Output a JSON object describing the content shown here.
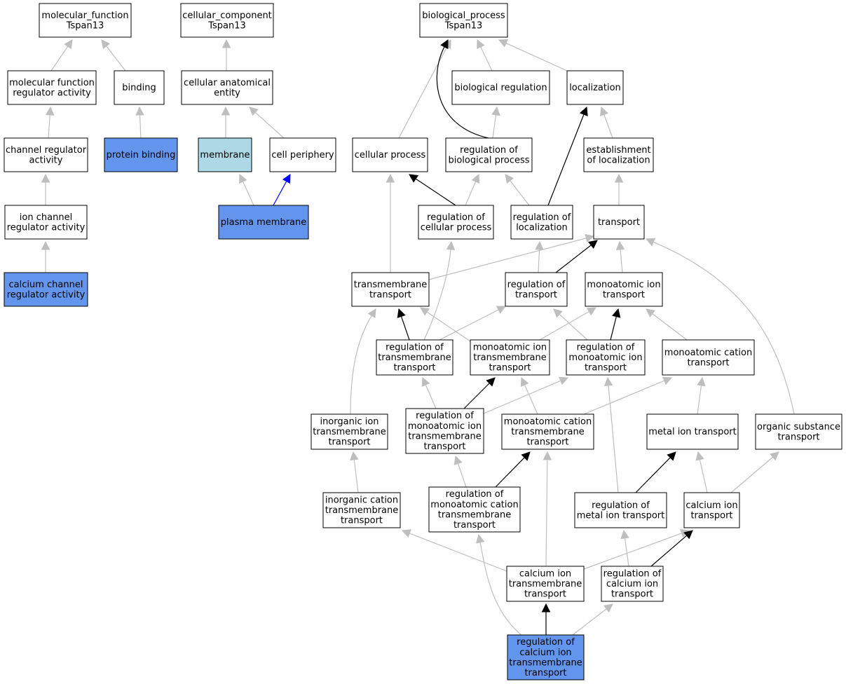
{
  "colors": {
    "node_default": "#ffffff",
    "node_highlight": "#6495ed",
    "node_membrane": "#add8e6",
    "edge_gray": "#bebebe",
    "edge_black": "#000000",
    "edge_blue": "#0000ff"
  },
  "nodes": [
    {
      "id": "molecular_function",
      "lines": [
        "molecular_function",
        "Tspan13"
      ],
      "fill": "default"
    },
    {
      "id": "molecular_function_regulator_activity",
      "lines": [
        "molecular function",
        "regulator activity"
      ],
      "fill": "default"
    },
    {
      "id": "binding",
      "lines": [
        "binding"
      ],
      "fill": "default"
    },
    {
      "id": "channel_regulator_activity",
      "lines": [
        "channel regulator",
        "activity"
      ],
      "fill": "default"
    },
    {
      "id": "protein_binding",
      "lines": [
        "protein binding"
      ],
      "fill": "highlight"
    },
    {
      "id": "ion_channel_regulator_activity",
      "lines": [
        "ion channel",
        "regulator activity"
      ],
      "fill": "default"
    },
    {
      "id": "calcium_channel_regulator_activity",
      "lines": [
        "calcium channel",
        "regulator activity"
      ],
      "fill": "highlight"
    },
    {
      "id": "cellular_component",
      "lines": [
        "cellular_component",
        "Tspan13"
      ],
      "fill": "default"
    },
    {
      "id": "cellular_anatomical_entity",
      "lines": [
        "cellular anatomical",
        "entity"
      ],
      "fill": "default"
    },
    {
      "id": "membrane",
      "lines": [
        "membrane"
      ],
      "fill": "membrane"
    },
    {
      "id": "cell_periphery",
      "lines": [
        "cell periphery"
      ],
      "fill": "default"
    },
    {
      "id": "plasma_membrane",
      "lines": [
        "plasma membrane"
      ],
      "fill": "highlight"
    },
    {
      "id": "biological_process",
      "lines": [
        "biological_process",
        "Tspan13"
      ],
      "fill": "default"
    },
    {
      "id": "biological_regulation",
      "lines": [
        "biological regulation"
      ],
      "fill": "default"
    },
    {
      "id": "localization",
      "lines": [
        "localization"
      ],
      "fill": "default"
    },
    {
      "id": "cellular_process",
      "lines": [
        "cellular process"
      ],
      "fill": "default"
    },
    {
      "id": "regulation_of_biological_process",
      "lines": [
        "regulation of",
        "biological process"
      ],
      "fill": "default"
    },
    {
      "id": "establishment_of_localization",
      "lines": [
        "establishment",
        "of localization"
      ],
      "fill": "default"
    },
    {
      "id": "regulation_of_cellular_process",
      "lines": [
        "regulation of",
        "cellular process"
      ],
      "fill": "default"
    },
    {
      "id": "regulation_of_localization",
      "lines": [
        "regulation of",
        "localization"
      ],
      "fill": "default"
    },
    {
      "id": "transport",
      "lines": [
        "transport"
      ],
      "fill": "default"
    },
    {
      "id": "transmembrane_transport",
      "lines": [
        "transmembrane",
        "transport"
      ],
      "fill": "default"
    },
    {
      "id": "regulation_of_transport",
      "lines": [
        "regulation of",
        "transport"
      ],
      "fill": "default"
    },
    {
      "id": "monoatomic_ion_transport",
      "lines": [
        "monoatomic ion",
        "transport"
      ],
      "fill": "default"
    },
    {
      "id": "regulation_of_transmembrane_transport",
      "lines": [
        "regulation of",
        "transmembrane",
        "transport"
      ],
      "fill": "default"
    },
    {
      "id": "monoatomic_ion_transmembrane_transport",
      "lines": [
        "monoatomic ion",
        "transmembrane",
        "transport"
      ],
      "fill": "default"
    },
    {
      "id": "regulation_of_monoatomic_ion_transport",
      "lines": [
        "regulation of",
        "monoatomic ion",
        "transport"
      ],
      "fill": "default"
    },
    {
      "id": "monoatomic_cation_transport",
      "lines": [
        "monoatomic cation",
        "transport"
      ],
      "fill": "default"
    },
    {
      "id": "inorganic_ion_transmembrane_transport",
      "lines": [
        "inorganic ion",
        "transmembrane",
        "transport"
      ],
      "fill": "default"
    },
    {
      "id": "regulation_of_monoatomic_ion_transmembrane_transport",
      "lines": [
        "regulation of",
        "monoatomic ion",
        "transmembrane",
        "transport"
      ],
      "fill": "default"
    },
    {
      "id": "monoatomic_cation_transmembrane_transport",
      "lines": [
        "monoatomic cation",
        "transmembrane",
        "transport"
      ],
      "fill": "default"
    },
    {
      "id": "metal_ion_transport",
      "lines": [
        "metal ion transport"
      ],
      "fill": "default"
    },
    {
      "id": "organic_substance_transport",
      "lines": [
        "organic substance",
        "transport"
      ],
      "fill": "default"
    },
    {
      "id": "inorganic_cation_transmembrane_transport",
      "lines": [
        "inorganic cation",
        "transmembrane",
        "transport"
      ],
      "fill": "default"
    },
    {
      "id": "regulation_of_monoatomic_cation_transmembrane_transport",
      "lines": [
        "regulation of",
        "monoatomic cation",
        "transmembrane",
        "transport"
      ],
      "fill": "default"
    },
    {
      "id": "regulation_of_metal_ion_transport",
      "lines": [
        "regulation of",
        "metal ion transport"
      ],
      "fill": "default"
    },
    {
      "id": "calcium_ion_transport",
      "lines": [
        "calcium ion",
        "transport"
      ],
      "fill": "default"
    },
    {
      "id": "calcium_ion_transmembrane_transport",
      "lines": [
        "calcium ion",
        "transmembrane",
        "transport"
      ],
      "fill": "default"
    },
    {
      "id": "regulation_of_calcium_ion_transport",
      "lines": [
        "regulation of",
        "calcium ion",
        "transport"
      ],
      "fill": "default"
    },
    {
      "id": "regulation_of_calcium_ion_transmembrane_transport",
      "lines": [
        "regulation of",
        "calcium ion",
        "transmembrane",
        "transport"
      ],
      "fill": "highlight"
    }
  ],
  "edges": [
    {
      "from": "molecular_function_regulator_activity",
      "to": "molecular_function",
      "color": "gray"
    },
    {
      "from": "binding",
      "to": "molecular_function",
      "color": "gray"
    },
    {
      "from": "channel_regulator_activity",
      "to": "molecular_function_regulator_activity",
      "color": "gray"
    },
    {
      "from": "protein_binding",
      "to": "binding",
      "color": "gray"
    },
    {
      "from": "ion_channel_regulator_activity",
      "to": "channel_regulator_activity",
      "color": "gray"
    },
    {
      "from": "calcium_channel_regulator_activity",
      "to": "ion_channel_regulator_activity",
      "color": "gray"
    },
    {
      "from": "cellular_anatomical_entity",
      "to": "cellular_component",
      "color": "gray"
    },
    {
      "from": "membrane",
      "to": "cellular_anatomical_entity",
      "color": "gray"
    },
    {
      "from": "cell_periphery",
      "to": "cellular_anatomical_entity",
      "color": "gray"
    },
    {
      "from": "plasma_membrane",
      "to": "membrane",
      "color": "gray"
    },
    {
      "from": "plasma_membrane",
      "to": "cell_periphery",
      "color": "blue"
    },
    {
      "from": "biological_regulation",
      "to": "biological_process",
      "color": "gray"
    },
    {
      "from": "localization",
      "to": "biological_process",
      "color": "gray"
    },
    {
      "from": "cellular_process",
      "to": "biological_process",
      "color": "gray"
    },
    {
      "from": "regulation_of_biological_process",
      "to": "biological_process",
      "color": "black",
      "curved": true
    },
    {
      "from": "regulation_of_biological_process",
      "to": "biological_regulation",
      "color": "gray"
    },
    {
      "from": "establishment_of_localization",
      "to": "localization",
      "color": "gray"
    },
    {
      "from": "regulation_of_cellular_process",
      "to": "cellular_process",
      "color": "black"
    },
    {
      "from": "regulation_of_cellular_process",
      "to": "regulation_of_biological_process",
      "color": "gray"
    },
    {
      "from": "regulation_of_localization",
      "to": "regulation_of_biological_process",
      "color": "gray"
    },
    {
      "from": "regulation_of_localization",
      "to": "localization",
      "color": "black"
    },
    {
      "from": "transport",
      "to": "establishment_of_localization",
      "color": "gray"
    },
    {
      "from": "transmembrane_transport",
      "to": "cellular_process",
      "color": "gray"
    },
    {
      "from": "transmembrane_transport",
      "to": "transport",
      "color": "gray"
    },
    {
      "from": "regulation_of_transport",
      "to": "regulation_of_localization",
      "color": "gray"
    },
    {
      "from": "regulation_of_transport",
      "to": "transport",
      "color": "black"
    },
    {
      "from": "monoatomic_ion_transport",
      "to": "transport",
      "color": "gray"
    },
    {
      "from": "regulation_of_transmembrane_transport",
      "to": "transmembrane_transport",
      "color": "black"
    },
    {
      "from": "regulation_of_transmembrane_transport",
      "to": "regulation_of_cellular_process",
      "color": "gray"
    },
    {
      "from": "regulation_of_transmembrane_transport",
      "to": "regulation_of_transport",
      "color": "gray"
    },
    {
      "from": "monoatomic_ion_transmembrane_transport",
      "to": "transmembrane_transport",
      "color": "gray"
    },
    {
      "from": "monoatomic_ion_transmembrane_transport",
      "to": "monoatomic_ion_transport",
      "color": "gray"
    },
    {
      "from": "regulation_of_monoatomic_ion_transport",
      "to": "regulation_of_transport",
      "color": "gray"
    },
    {
      "from": "regulation_of_monoatomic_ion_transport",
      "to": "monoatomic_ion_transport",
      "color": "black"
    },
    {
      "from": "monoatomic_cation_transport",
      "to": "monoatomic_ion_transport",
      "color": "gray"
    },
    {
      "from": "inorganic_ion_transmembrane_transport",
      "to": "transmembrane_transport",
      "color": "gray",
      "curved": true
    },
    {
      "from": "regulation_of_monoatomic_ion_transmembrane_transport",
      "to": "regulation_of_transmembrane_transport",
      "color": "gray"
    },
    {
      "from": "regulation_of_monoatomic_ion_transmembrane_transport",
      "to": "monoatomic_ion_transmembrane_transport",
      "color": "black"
    },
    {
      "from": "regulation_of_monoatomic_ion_transmembrane_transport",
      "to": "regulation_of_monoatomic_ion_transport",
      "color": "gray"
    },
    {
      "from": "monoatomic_cation_transmembrane_transport",
      "to": "monoatomic_ion_transmembrane_transport",
      "color": "gray"
    },
    {
      "from": "monoatomic_cation_transmembrane_transport",
      "to": "monoatomic_cation_transport",
      "color": "gray"
    },
    {
      "from": "metal_ion_transport",
      "to": "monoatomic_cation_transport",
      "color": "gray"
    },
    {
      "from": "organic_substance_transport",
      "to": "transport",
      "color": "gray",
      "curved": true
    },
    {
      "from": "inorganic_cation_transmembrane_transport",
      "to": "inorganic_ion_transmembrane_transport",
      "color": "gray"
    },
    {
      "from": "regulation_of_monoatomic_cation_transmembrane_transport",
      "to": "regulation_of_monoatomic_ion_transmembrane_transport",
      "color": "gray"
    },
    {
      "from": "regulation_of_monoatomic_cation_transmembrane_transport",
      "to": "monoatomic_cation_transmembrane_transport",
      "color": "black"
    },
    {
      "from": "regulation_of_metal_ion_transport",
      "to": "regulation_of_monoatomic_ion_transport",
      "color": "gray"
    },
    {
      "from": "regulation_of_metal_ion_transport",
      "to": "metal_ion_transport",
      "color": "black"
    },
    {
      "from": "calcium_ion_transport",
      "to": "metal_ion_transport",
      "color": "gray"
    },
    {
      "from": "calcium_ion_transport",
      "to": "organic_substance_transport",
      "color": "gray"
    },
    {
      "from": "calcium_ion_transmembrane_transport",
      "to": "inorganic_cation_transmembrane_transport",
      "color": "gray"
    },
    {
      "from": "calcium_ion_transmembrane_transport",
      "to": "monoatomic_cation_transmembrane_transport",
      "color": "gray"
    },
    {
      "from": "calcium_ion_transmembrane_transport",
      "to": "calcium_ion_transport",
      "color": "gray"
    },
    {
      "from": "regulation_of_calcium_ion_transport",
      "to": "regulation_of_metal_ion_transport",
      "color": "gray"
    },
    {
      "from": "regulation_of_calcium_ion_transport",
      "to": "calcium_ion_transport",
      "color": "black"
    },
    {
      "from": "regulation_of_calcium_ion_transmembrane_transport",
      "to": "calcium_ion_transmembrane_transport",
      "color": "black"
    },
    {
      "from": "regulation_of_calcium_ion_transmembrane_transport",
      "to": "regulation_of_monoatomic_cation_transmembrane_transport",
      "color": "gray",
      "curved": true
    },
    {
      "from": "regulation_of_calcium_ion_transmembrane_transport",
      "to": "regulation_of_calcium_ion_transport",
      "color": "gray"
    }
  ]
}
